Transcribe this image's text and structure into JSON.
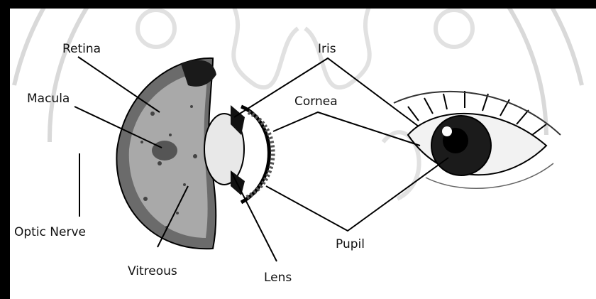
{
  "diagram": {
    "labels": {
      "retina": "Retina",
      "macula": "Macula",
      "optic_nerve": "Optic Nerve",
      "vitreous": "Vitreous",
      "lens": "Lens",
      "iris": "Iris",
      "cornea": "Cornea",
      "pupil": "Pupil"
    },
    "watermark_text": "มหาวิทยาลัยเทคโนโลยีราชมงคล"
  }
}
